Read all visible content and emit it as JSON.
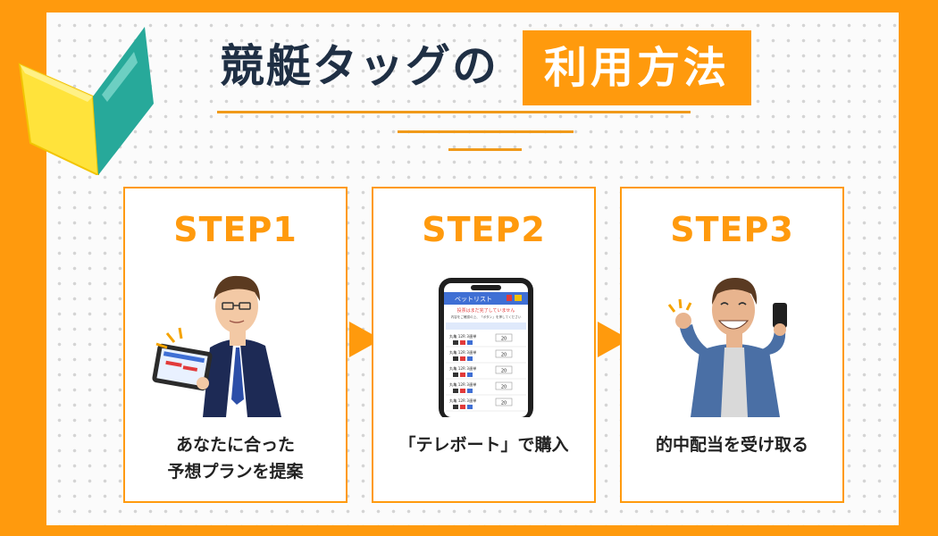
{
  "header": {
    "title_main": "競艇タッグの",
    "title_highlight": "利用方法"
  },
  "steps": [
    {
      "label": "STEP1",
      "caption_line1": "あなたに合った",
      "caption_line2": "予想プランを提案",
      "illustration": "man-in-suit-with-tablet"
    },
    {
      "label": "STEP2",
      "caption_line1": "「テレボート」で購入",
      "caption_line2": "",
      "illustration": "smartphone-bet-list"
    },
    {
      "label": "STEP3",
      "caption_line1": "的中配当を受け取る",
      "caption_line2": "",
      "illustration": "smiling-man-with-phone"
    }
  ],
  "phone_screen": {
    "app_title": "ベットリスト",
    "notice": "投票はまだ完了していません",
    "note": "内容をご確認の上、「ボタン」を押してください",
    "rows": [
      {
        "race": "丸亀 12R 3連単",
        "amount": "20"
      },
      {
        "race": "丸亀 12R 3連単",
        "amount": "20"
      },
      {
        "race": "丸亀 12R 3連単",
        "amount": "20"
      },
      {
        "race": "丸亀 12R 3連単",
        "amount": "20"
      },
      {
        "race": "丸亀 12R 3連単",
        "amount": "20"
      }
    ]
  },
  "colors": {
    "brand_orange": "#ff9a0d",
    "title_navy": "#1f2f44",
    "mark_yellow": "#ffe33b",
    "mark_green": "#27a99a"
  }
}
